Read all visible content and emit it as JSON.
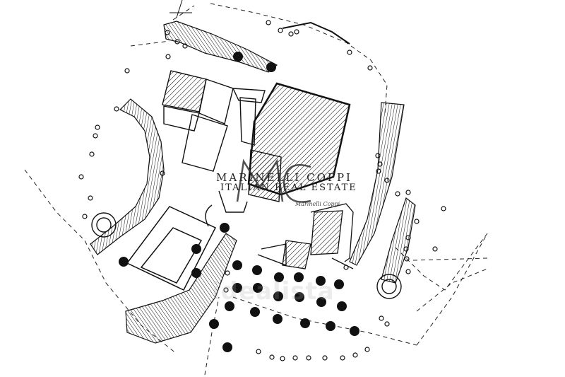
{
  "watermark": {
    "brand_line1": "MARINELLI COPPI",
    "brand_line2": "ITALIAN REAL ESTATE",
    "signature": "Marinelli Coppi",
    "background_mark": "idealista"
  },
  "colors": {
    "ink": "#111111",
    "paper": "#ffffff",
    "watermark_gray": "#aaaaaa"
  }
}
